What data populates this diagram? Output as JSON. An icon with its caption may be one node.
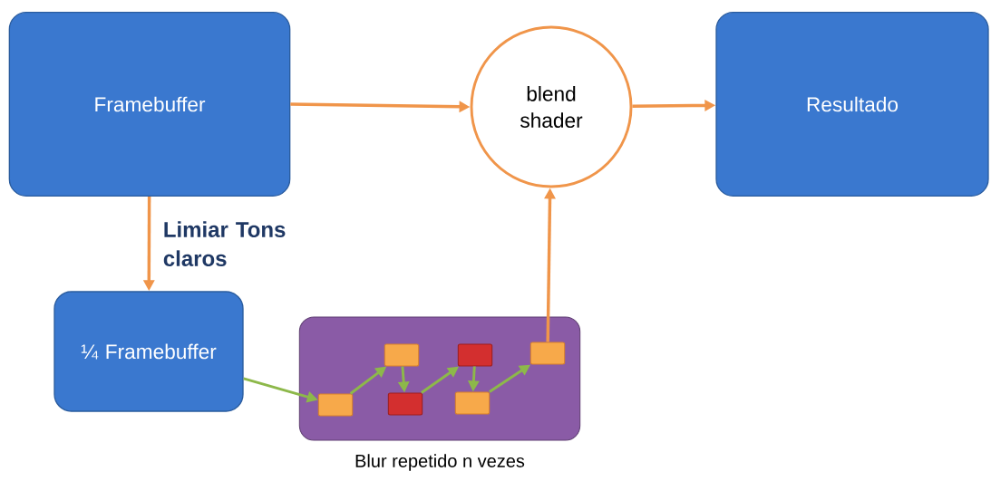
{
  "diagram": {
    "nodes": [
      {
        "text": [
          "Framebuffer"
        ]
      },
      {
        "text": [
          "blend shader"
        ]
      },
      {
        "text": [
          "Resultado"
        ]
      },
      {
        "text": [
          "¼ Framebuffer"
        ]
      },
      {
        "text": [],
        "shape": "box",
        "beside": [
          "Blur repetido n vezes"
        ]
      },
      {
        "text": [],
        "shape": "box",
        "in": 4
      },
      {
        "text": [],
        "shape": "box",
        "in": 4
      },
      {
        "text": [],
        "shape": "box",
        "in": 4
      },
      {
        "text": [],
        "shape": "box",
        "in": 4
      },
      {
        "text": [],
        "shape": "box",
        "in": 4
      },
      {
        "text": [],
        "shape": "box",
        "in": 4
      }
    ],
    "edges": [
      {
        "from": 0,
        "to": 1,
        "arrow": "to",
        "color": "#f0954a"
      },
      {
        "from": 1,
        "to": 2,
        "arrow": "to",
        "color": "#f0954a"
      },
      {
        "from": 0,
        "to": 3,
        "arrow": "to",
        "color": "#f0954a",
        "label": "Limiar Tons claros"
      },
      {
        "from": 3,
        "to": 5,
        "arrow": "to"
      },
      {
        "from": 5,
        "to": 6,
        "arrow": "to"
      },
      {
        "from": 6,
        "to": 7,
        "arrow": "to"
      },
      {
        "from": 7,
        "to": 8,
        "arrow": "to"
      },
      {
        "from": 8,
        "to": 9,
        "arrow": "to"
      },
      {
        "from": 9,
        "to": 10,
        "arrow": "to"
      },
      {
        "from": 10,
        "to": 1,
        "arrow": "to",
        "color": "#f0954a"
      }
    ]
  }
}
